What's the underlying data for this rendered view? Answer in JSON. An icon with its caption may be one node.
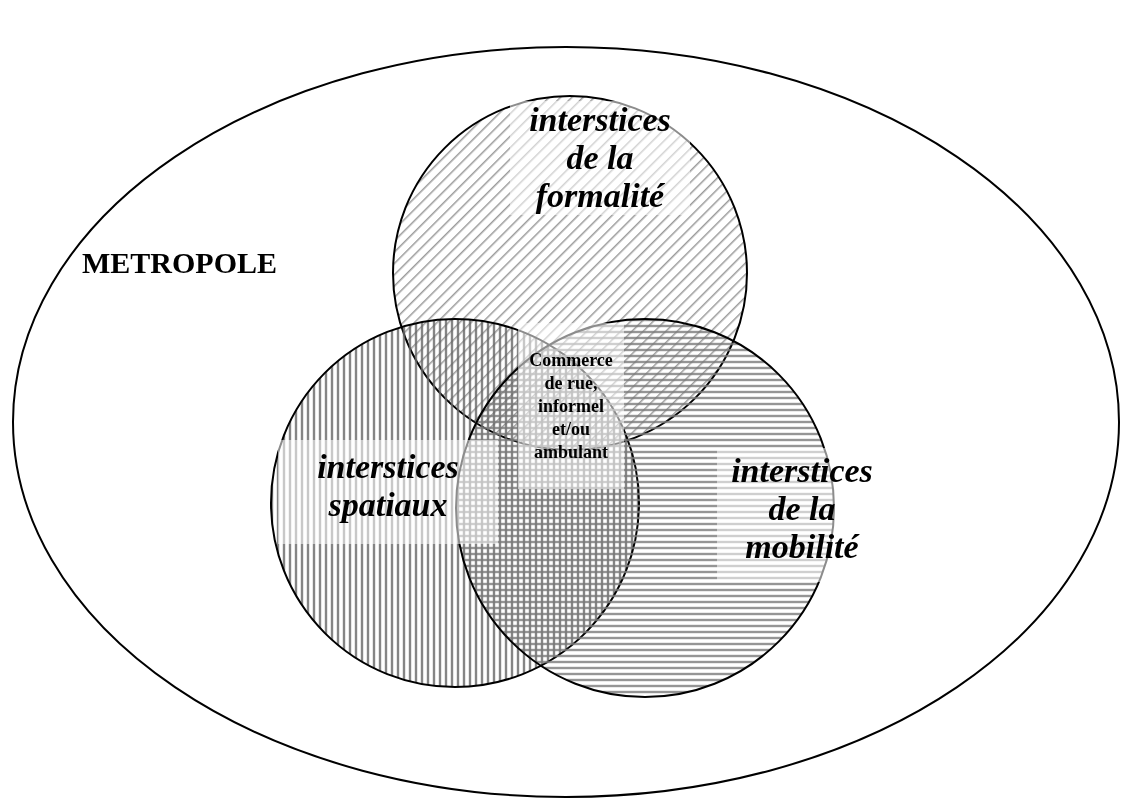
{
  "diagram": {
    "nodes": [
      {
        "text": [
          "METROPOLE"
        ]
      },
      {
        "text": [
          "interstices de la formalité"
        ],
        "in": 0
      },
      {
        "text": [
          "interstices spatiaux"
        ],
        "in": 0
      },
      {
        "text": [
          "interstices de la mobilité"
        ],
        "in": 0
      },
      {
        "text": [
          "Commerce de rue, informel et/ou ambulant"
        ]
      }
    ],
    "edges": []
  }
}
